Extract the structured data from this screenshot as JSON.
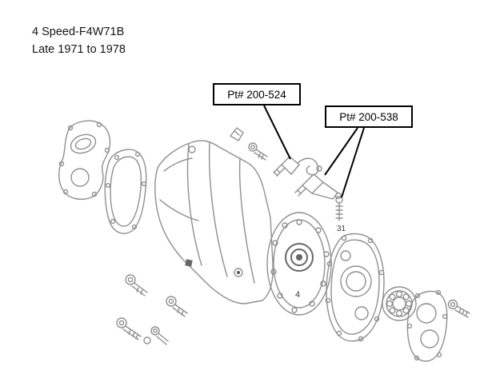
{
  "title": {
    "line1": "4 Speed-F4W71B",
    "line2": "Late 1971 to 1978"
  },
  "callouts": {
    "c524": {
      "label": "Pt# 200-524"
    },
    "c538": {
      "label": "Pt# 200-538"
    }
  },
  "part_numbers": {
    "n4": "4",
    "n31": "31"
  },
  "colors": {
    "background": "#ffffff",
    "line_art": "#8f8f8f",
    "dark_accent": "#555555",
    "callout_border": "#000000",
    "text": "#141414"
  }
}
